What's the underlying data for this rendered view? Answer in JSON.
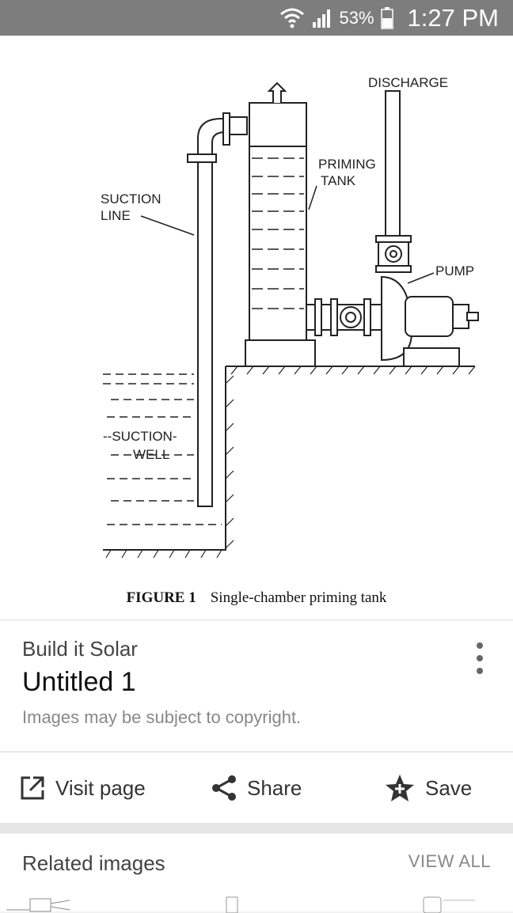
{
  "status_bar": {
    "battery_percent": "53%",
    "time": "1:27 PM"
  },
  "figure": {
    "labels": {
      "discharge": "DISCHARGE",
      "priming": "PRIMING",
      "tank": "TANK",
      "suction": "SUCTION",
      "line": "LINE",
      "pump": "PUMP",
      "suction_well_1": "--SUCTION-",
      "suction_well_2": "WELL"
    },
    "caption_label": "FIGURE 1",
    "caption_text": "Single-chamber priming tank"
  },
  "info": {
    "source": "Build it Solar",
    "title": "Untitled 1",
    "copyright": "Images may be subject to copyright."
  },
  "actions": {
    "visit": "Visit page",
    "share": "Share",
    "save": "Save"
  },
  "related": {
    "title": "Related images",
    "view_all": "VIEW ALL"
  }
}
